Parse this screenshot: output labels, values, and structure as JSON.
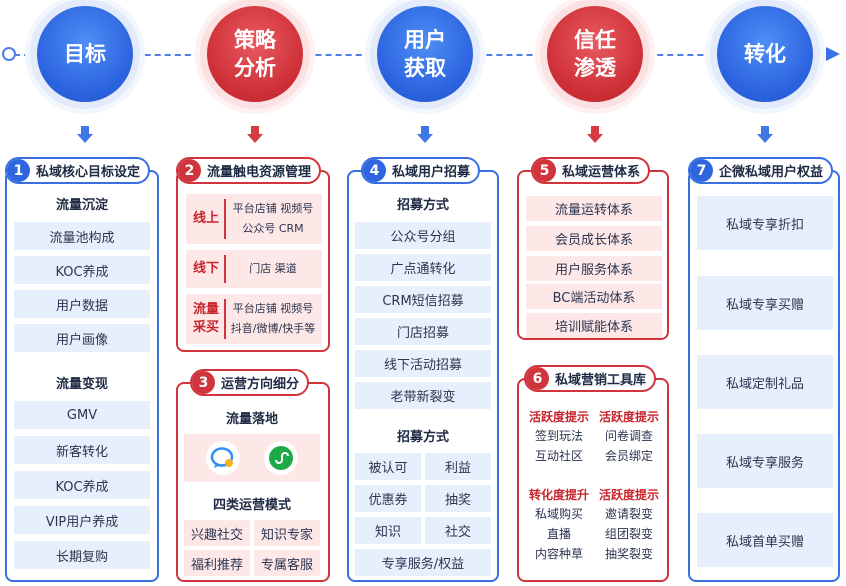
{
  "flow": [
    {
      "label": "目标",
      "color": "blue"
    },
    {
      "label": "策略\n分析",
      "color": "red"
    },
    {
      "label": "用户\n获取",
      "color": "blue"
    },
    {
      "label": "信任\n渗透",
      "color": "red"
    },
    {
      "label": "转化",
      "color": "blue"
    }
  ],
  "panel1": {
    "num": "1",
    "title": "私域核心目标设定",
    "group1_title": "流量沉淀",
    "group1_items": [
      "流量池构成",
      "KOC养成",
      "用户数据",
      "用户画像"
    ],
    "group2_title": "流量变现",
    "group2_items": [
      "GMV",
      "新客转化",
      "KOC养成",
      "VIP用户养成",
      "长期复购"
    ]
  },
  "panel2": {
    "num": "2",
    "title": "流量触电资源管理",
    "rows": [
      {
        "label": "线上",
        "text": "平台店铺  视频号\n公众号     CRM"
      },
      {
        "label": "线下",
        "text": "门店        渠道"
      },
      {
        "label": "流量\n采买",
        "text": "平台店铺  视频号\n抖音/微博/快手等"
      }
    ]
  },
  "panel3": {
    "num": "3",
    "title": "运营方向细分",
    "sub1": "流量落地",
    "icons": [
      "chat-bubble-icon",
      "mini-program-icon"
    ],
    "sub2": "四类运营模式",
    "modes": [
      "兴趣社交",
      "知识专家",
      "福利推荐",
      "专属客服"
    ]
  },
  "panel4": {
    "num": "4",
    "title": "私域用户招募",
    "sub1": "招募方式",
    "items1": [
      "公众号分组",
      "广点通转化",
      "CRM短信招募",
      "门店招募",
      "线下活动招募",
      "老带新裂变"
    ],
    "sub2": "招募方式",
    "items2": [
      "被认可",
      "利益",
      "优惠券",
      "抽奖",
      "知识",
      "社交"
    ],
    "item_last": "专享服务/权益"
  },
  "panel5": {
    "num": "5",
    "title": "私域运营体系",
    "items": [
      "流量运转体系",
      "会员成长体系",
      "用户服务体系",
      "BC端活动体系",
      "培训赋能体系"
    ]
  },
  "panel6": {
    "num": "6",
    "title": "私域营销工具库",
    "quads": [
      {
        "title": "活跃度提示",
        "lines": [
          "签到玩法",
          "互动社区"
        ]
      },
      {
        "title": "活跃度提示",
        "lines": [
          "问卷调查",
          "会员绑定"
        ]
      },
      {
        "title": "转化度提升",
        "lines": [
          "私域购买",
          "直播",
          "内容种草"
        ]
      },
      {
        "title": "活跃度提示",
        "lines": [
          "邀请裂变",
          "组团裂变",
          "抽奖裂变"
        ]
      }
    ]
  },
  "panel7": {
    "num": "7",
    "title": "企微私域用户权益",
    "items": [
      "私域专享折扣",
      "私域专享买赠",
      "私域定制礼品",
      "私域专享服务",
      "私域首单买赠"
    ]
  },
  "colors": {
    "blue": "#3a6fe0",
    "red": "#d0353d",
    "light_blue": "#e8effc",
    "light_red": "#fde7e7"
  }
}
